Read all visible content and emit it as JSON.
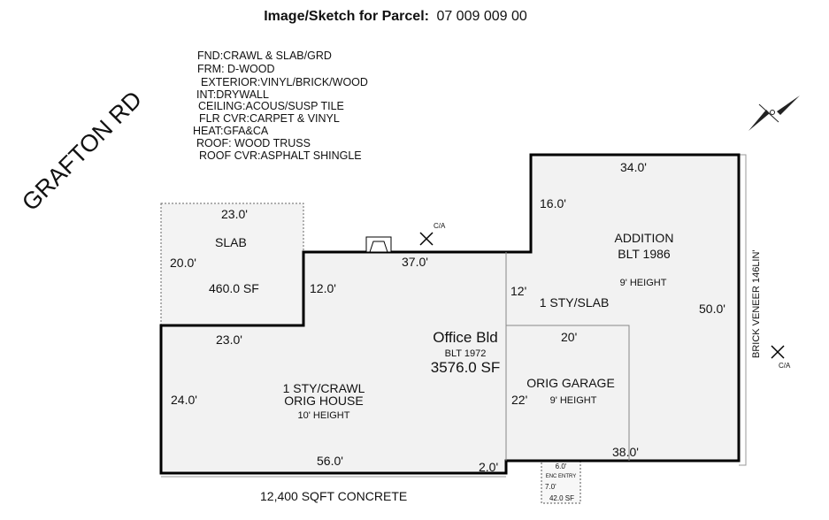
{
  "title": {
    "prefix": "Image/Sketch for Parcel:",
    "parcel": "07 009 009 00"
  },
  "road_name": "GRAFTON RD",
  "notes": [
    "FND:CRAWL & SLAB/GRD",
    "FRM: D-WOOD",
    "EXTERIOR:VINYL/BRICK/WOOD",
    "INT:DRYWALL",
    "CEILING:ACOUS/SUSP TILE",
    "FLR CVR:CARPET & VINYL",
    "HEAT:GFA&CA",
    "ROOF: WOOD TRUSS",
    "ROOF CVR:ASPHALT SHINGLE"
  ],
  "building": {
    "name": "Office Bld",
    "built": "BLT 1972",
    "area": "3576.0 SF"
  },
  "slab": {
    "label": "SLAB",
    "area": "460.0 SF",
    "width": "23.0'",
    "height": "20.0'"
  },
  "orig_house": {
    "stories": "1 STY/CRAWL",
    "label": "ORIG HOUSE",
    "height": "10' HEIGHT"
  },
  "addition": {
    "label": "ADDITION",
    "built": "BLT 1986",
    "height": "9' HEIGHT",
    "stories": "1 STY/SLAB"
  },
  "garage": {
    "label": "ORIG GARAGE",
    "height": "9' HEIGHT",
    "width": "20'",
    "depth": "22'"
  },
  "dimensions": {
    "addition_top": "34.0'",
    "addition_left": "16.0'",
    "middle_top": "37.0'",
    "step_left": "12.0'",
    "inner_12": "12'",
    "house_top": "23.0'",
    "house_left": "24.0'",
    "right_side": "50.0'",
    "bottom_left": "56.0'",
    "bottom_step": "2.0'",
    "bottom_right": "38.0'"
  },
  "ca_label": "C/A",
  "brick_veneer": "BRICK VENEER 146LIN'",
  "enc_entry": {
    "width": "6.0'",
    "label": "ENC ENTRY",
    "depth": "7.0'",
    "area": "42.0 SF"
  },
  "concrete": "12,400 SQFT CONCRETE"
}
